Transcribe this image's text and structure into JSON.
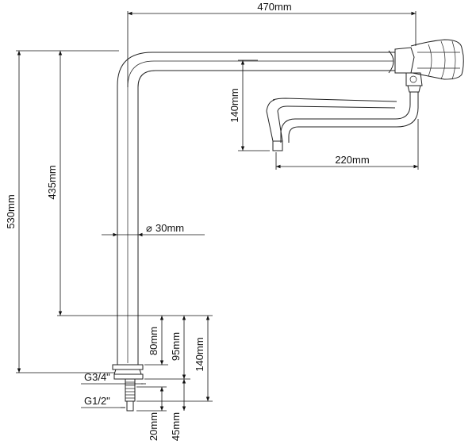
{
  "diagram": {
    "dimensions": {
      "total_width": "470mm",
      "total_height": "530mm",
      "riser_height": "435mm",
      "spout_drop": "140mm",
      "spout_length": "220mm",
      "pipe_diameter": "30mm",
      "bottom_80": "80mm",
      "bottom_95": "95mm",
      "bottom_140": "140mm",
      "thread_20": "20mm",
      "thread_45": "45mm"
    },
    "threads": {
      "upper": "G3/4\"",
      "lower": "G1/2\""
    },
    "symbols": {
      "diameter": "⌀"
    },
    "colors": {
      "line": "#222222",
      "background": "#ffffff"
    }
  }
}
